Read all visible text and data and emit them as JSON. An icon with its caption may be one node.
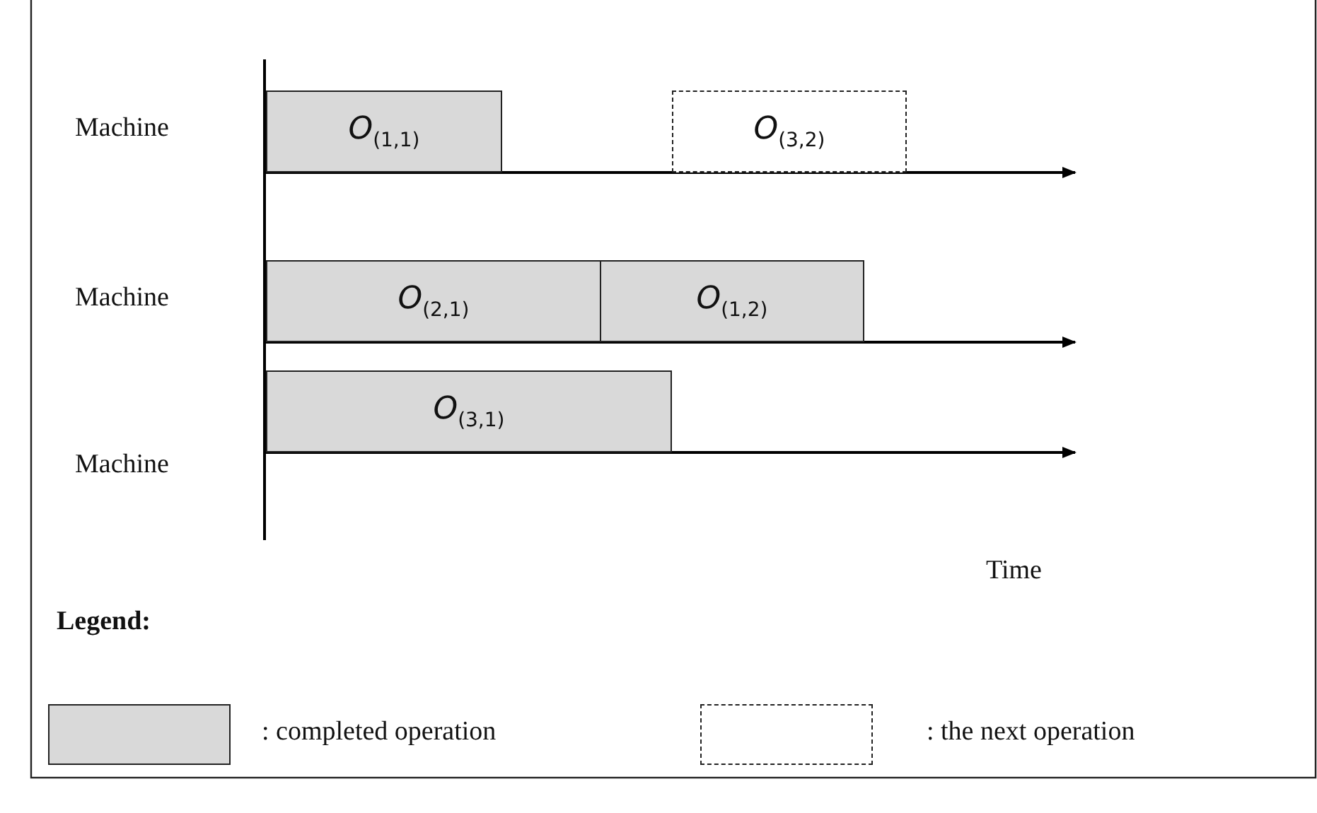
{
  "diagram": {
    "nodes": [
      {
        "text": [
          "*O*$_{(1,1)}$"
        ]
      },
      {
        "text": [
          "*O*$_{(3,2)}$"
        ]
      },
      {
        "text": [
          "*O*$_{(2,1)}$"
        ]
      },
      {
        "text": [
          "*O*$_{(1,2)}$"
        ]
      },
      {
        "text": [
          "*O*$_{(3,1)}$"
        ]
      }
    ],
    "labels": [
      "Machine",
      "Machine",
      "Machine",
      "Time",
      "Legend:"
    ],
    "legend": [
      {
        "text": ": completed operation",
        "color": "#d9d9d9"
      },
      {
        "text": ": the next operation"
      }
    ]
  }
}
